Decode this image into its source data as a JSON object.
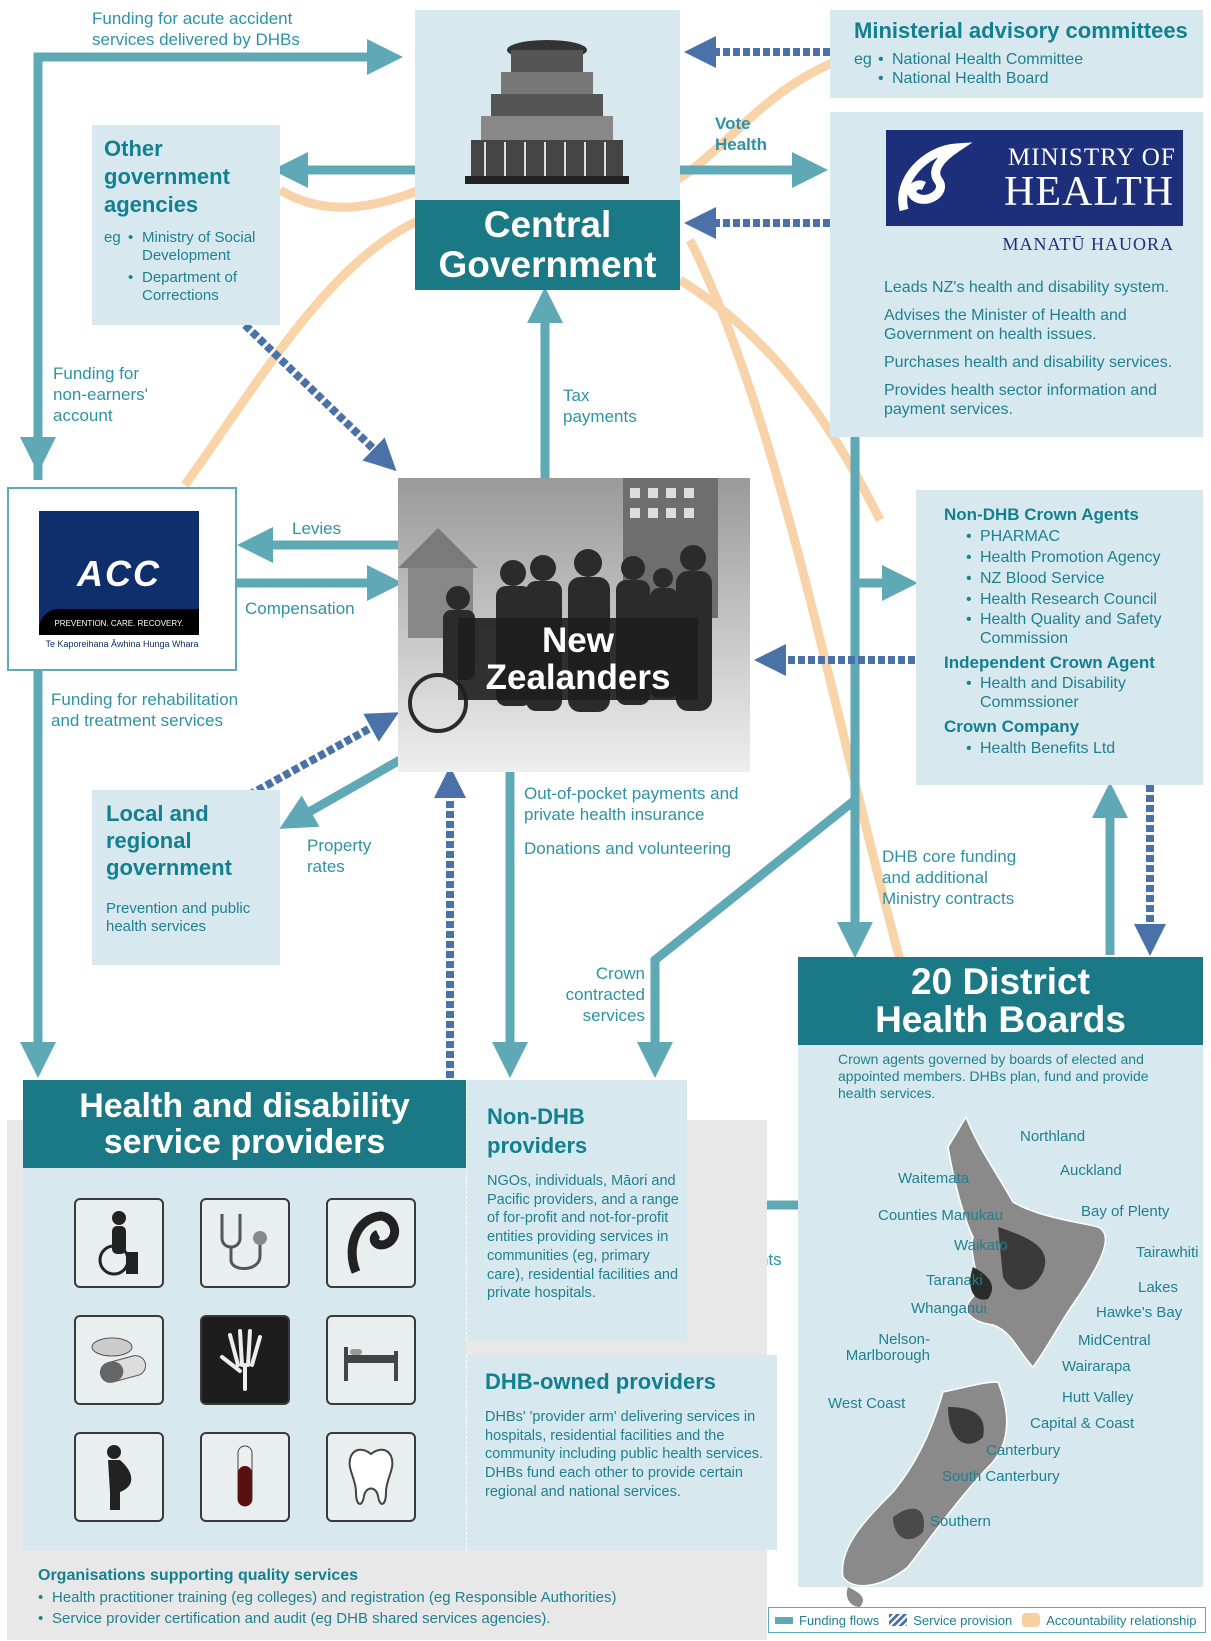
{
  "colors": {
    "teal_dark": "#1b7885",
    "teal_text": "#1f8090",
    "arrow": "#5fa9b6",
    "service": "#4a72a8",
    "accountability": "#f8cfa0",
    "panel": "#d7e9ef",
    "moh_blue": "#1d2f7a",
    "acc_blue": "#0e2f6b"
  },
  "central_government": {
    "title": "Central Government",
    "icon": "beehive-building-icon"
  },
  "flows": {
    "acute_funding": "Funding for acute accident services delivered by DHBs",
    "vote_health": "Vote Health",
    "non_earners": "Funding for non-earners' account",
    "tax_payments": "Tax payments",
    "levies": "Levies",
    "compensation": "Compensation",
    "rehab_funding": "Funding for rehabilitation and treatment services",
    "property_rates": "Property rates",
    "out_of_pocket": "Out-of-pocket payments and private health insurance",
    "donations": "Donations and volunteering",
    "dhb_core": "DHB core funding and additional Ministry contracts",
    "crown_contracted": "Crown contracted services",
    "service_agreements": "Service Agreements"
  },
  "ministerial": {
    "title": "Ministerial advisory committees",
    "eg": "eg",
    "items": [
      "National Health Committee",
      "National Health Board"
    ]
  },
  "ministry": {
    "logo_line1": "MINISTRY OF",
    "logo_line2": "HEALTH",
    "maori_name": "MANATŪ HAUORA",
    "roles": [
      "Leads NZ's health and disability system.",
      "Advises the Minister of Health and Government on health issues.",
      "Purchases health and disability services.",
      "Provides health sector information and payment services."
    ]
  },
  "other_agencies": {
    "title": "Other government agencies",
    "eg": "eg",
    "items": [
      "Ministry of Social Development",
      "Department of Corrections"
    ]
  },
  "acc": {
    "logo_text": "ACC",
    "tagline": "PREVENTION. CARE. RECOVERY.",
    "maori": "Te Kaporeihana Āwhina Hunga Whara"
  },
  "new_zealanders": {
    "title_line1": "New",
    "title_line2": "Zealanders"
  },
  "crown_agents": {
    "non_dhb_title": "Non-DHB Crown Agents",
    "non_dhb_items": [
      "PHARMAC",
      "Health Promotion Agency",
      "NZ Blood Service",
      "Health Research Council",
      "Health Quality and Safety Commission"
    ],
    "independent_title": "Independent Crown Agent",
    "independent_items": [
      "Health and Disability Commssioner"
    ],
    "company_title": "Crown Company",
    "company_items": [
      "Health Benefits Ltd"
    ]
  },
  "local_gov": {
    "title": "Local and regional government",
    "desc": "Prevention and public health services"
  },
  "dhb": {
    "title_line1": "20 District",
    "title_line2": "Health Boards",
    "desc": "Crown agents governed by boards of elected and appointed members. DHBs plan, fund and provide health services.",
    "regions": [
      "Northland",
      "Auckland",
      "Waitemata",
      "Counties Manukau",
      "Bay of Plenty",
      "Waikato",
      "Tairawhiti",
      "Taranaki",
      "Lakes",
      "Whanganui",
      "Hawke's Bay",
      "Nelson-Marlborough",
      "MidCentral",
      "Wairarapa",
      "West Coast",
      "Hutt Valley",
      "Capital & Coast",
      "Canterbury",
      "South Canterbury",
      "Southern"
    ]
  },
  "providers": {
    "title_line1": "Health and disability",
    "title_line2": "service providers",
    "icons": [
      "wheelchair-user-icon",
      "stethoscope-icon",
      "koru-icon",
      "pills-icon",
      "xray-hand-icon",
      "hospital-bed-icon",
      "pregnant-woman-icon",
      "test-tube-icon",
      "tooth-icon"
    ]
  },
  "non_dhb_providers": {
    "title": "Non-DHB providers",
    "desc": "NGOs, individuals, Māori and Pacific providers, and a range of for-profit and not-for-profit entities providing services in communities (eg, primary care), residential facilities and private hospitals."
  },
  "dhb_owned": {
    "title": "DHB-owned providers",
    "desc": "DHBs' 'provider arm' delivering services in hospitals, residential facilities and the community including public health services. DHBs fund each other to provide certain regional and national services."
  },
  "quality": {
    "title": "Organisations supporting quality services",
    "items": [
      "Health practitioner training (eg colleges) and registration (eg Responsible Authorities)",
      "Service provider certification and audit (eg DHB shared services agencies)."
    ]
  },
  "legend": {
    "funding": "Funding flows",
    "service": "Service provision",
    "accountability": "Accountability relationship"
  }
}
